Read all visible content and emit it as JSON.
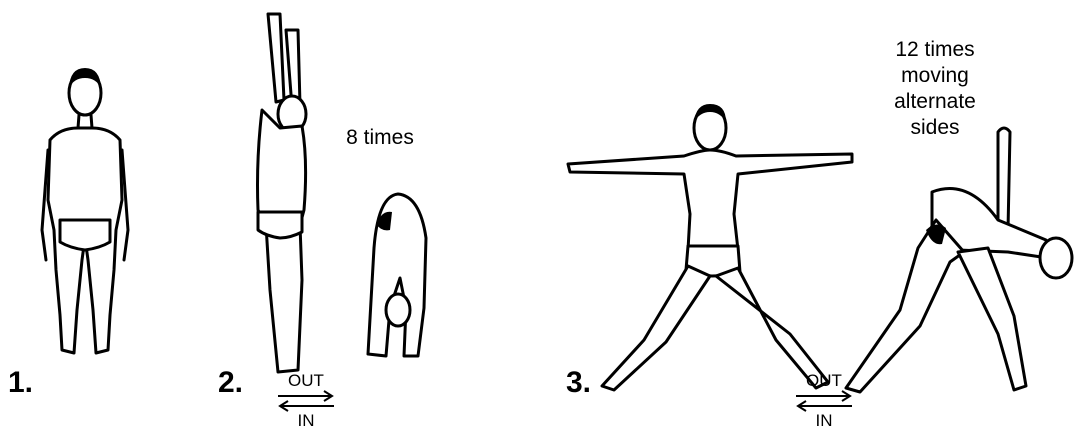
{
  "steps": [
    {
      "number": "1."
    },
    {
      "number": "2.",
      "note": "8 times",
      "breath_out": "OUT",
      "breath_in": "IN"
    },
    {
      "number": "3.",
      "note_lines": [
        "12 times",
        "moving",
        "alternate",
        "sides"
      ],
      "breath_out": "OUT",
      "breath_in": "IN"
    }
  ]
}
